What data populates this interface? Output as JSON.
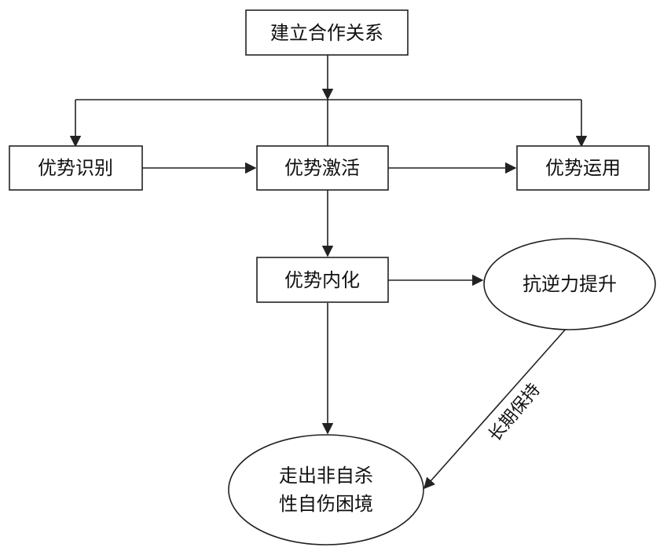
{
  "nodes": {
    "build_relationship": "建立合作关系",
    "identify": "优势识别",
    "activate": "优势激活",
    "apply": "优势运用",
    "internalize": "优势内化",
    "resilience": "抗逆力提升",
    "outcome_line1": "走出非自杀",
    "outcome_line2": "性自伤困境"
  },
  "edge_labels": {
    "long_term": "长期保持"
  },
  "colors": {
    "stroke": "#222222",
    "text": "#111111",
    "background": "#ffffff"
  }
}
